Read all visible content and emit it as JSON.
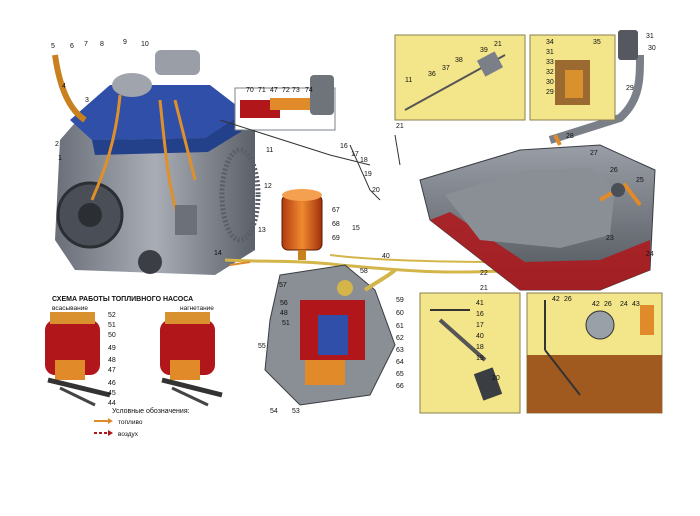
{
  "scheme": {
    "title": "СХЕМА РАБОТЫ ТОПЛИВНОГО НАСОСА",
    "suction": "всасывание",
    "discharge": "нагнетание"
  },
  "legend": {
    "title": "Условные обозначения:",
    "fuel": "топливо",
    "air": "воздух"
  },
  "colors": {
    "engine_blue": "#2f4fa8",
    "engine_grey": "#8c8c96",
    "fuel_orange": "#e08a2a",
    "fuel_red": "#b0161a",
    "panel_yellow": "#f2e58a",
    "tank_grey": "#6f737a"
  },
  "callouts": {
    "c1": "1",
    "c2": "2",
    "c3": "3",
    "c4": "4",
    "c5": "5",
    "c6": "6",
    "c7": "7",
    "c8": "8",
    "c9": "9",
    "c10": "10",
    "c11": "11",
    "c12": "12",
    "c13": "13",
    "c14": "14",
    "c15": "15",
    "c16": "16",
    "c17": "17",
    "c18": "18",
    "c19": "19",
    "c20": "20",
    "c21": "21",
    "c22": "22",
    "c23": "23",
    "c24": "24",
    "c25": "25",
    "c26": "26",
    "c27": "27",
    "c28": "28",
    "c29": "29",
    "c30": "30",
    "c31": "31",
    "c32": "32",
    "c33": "33",
    "c34": "34",
    "c35": "35",
    "c36": "36",
    "c37": "37",
    "c38": "38",
    "c39": "39",
    "c40": "40",
    "c41": "41",
    "c42": "42",
    "c43": "43",
    "c44": "44",
    "c45": "45",
    "c46": "46",
    "c47": "47",
    "c48": "48",
    "c49": "49",
    "c50": "50",
    "c51": "51",
    "c52": "52",
    "c53": "53",
    "c54": "54",
    "c55": "55",
    "c56": "56",
    "c57": "57",
    "c58": "58",
    "c59": "59",
    "c60": "60",
    "c61": "61",
    "c62": "62",
    "c63": "63",
    "c64": "64",
    "c65": "65",
    "c66": "66",
    "c67": "67",
    "c68": "68",
    "c69": "69",
    "c70": "70",
    "c71": "71",
    "c72": "72",
    "c73": "73",
    "c74": "74"
  }
}
